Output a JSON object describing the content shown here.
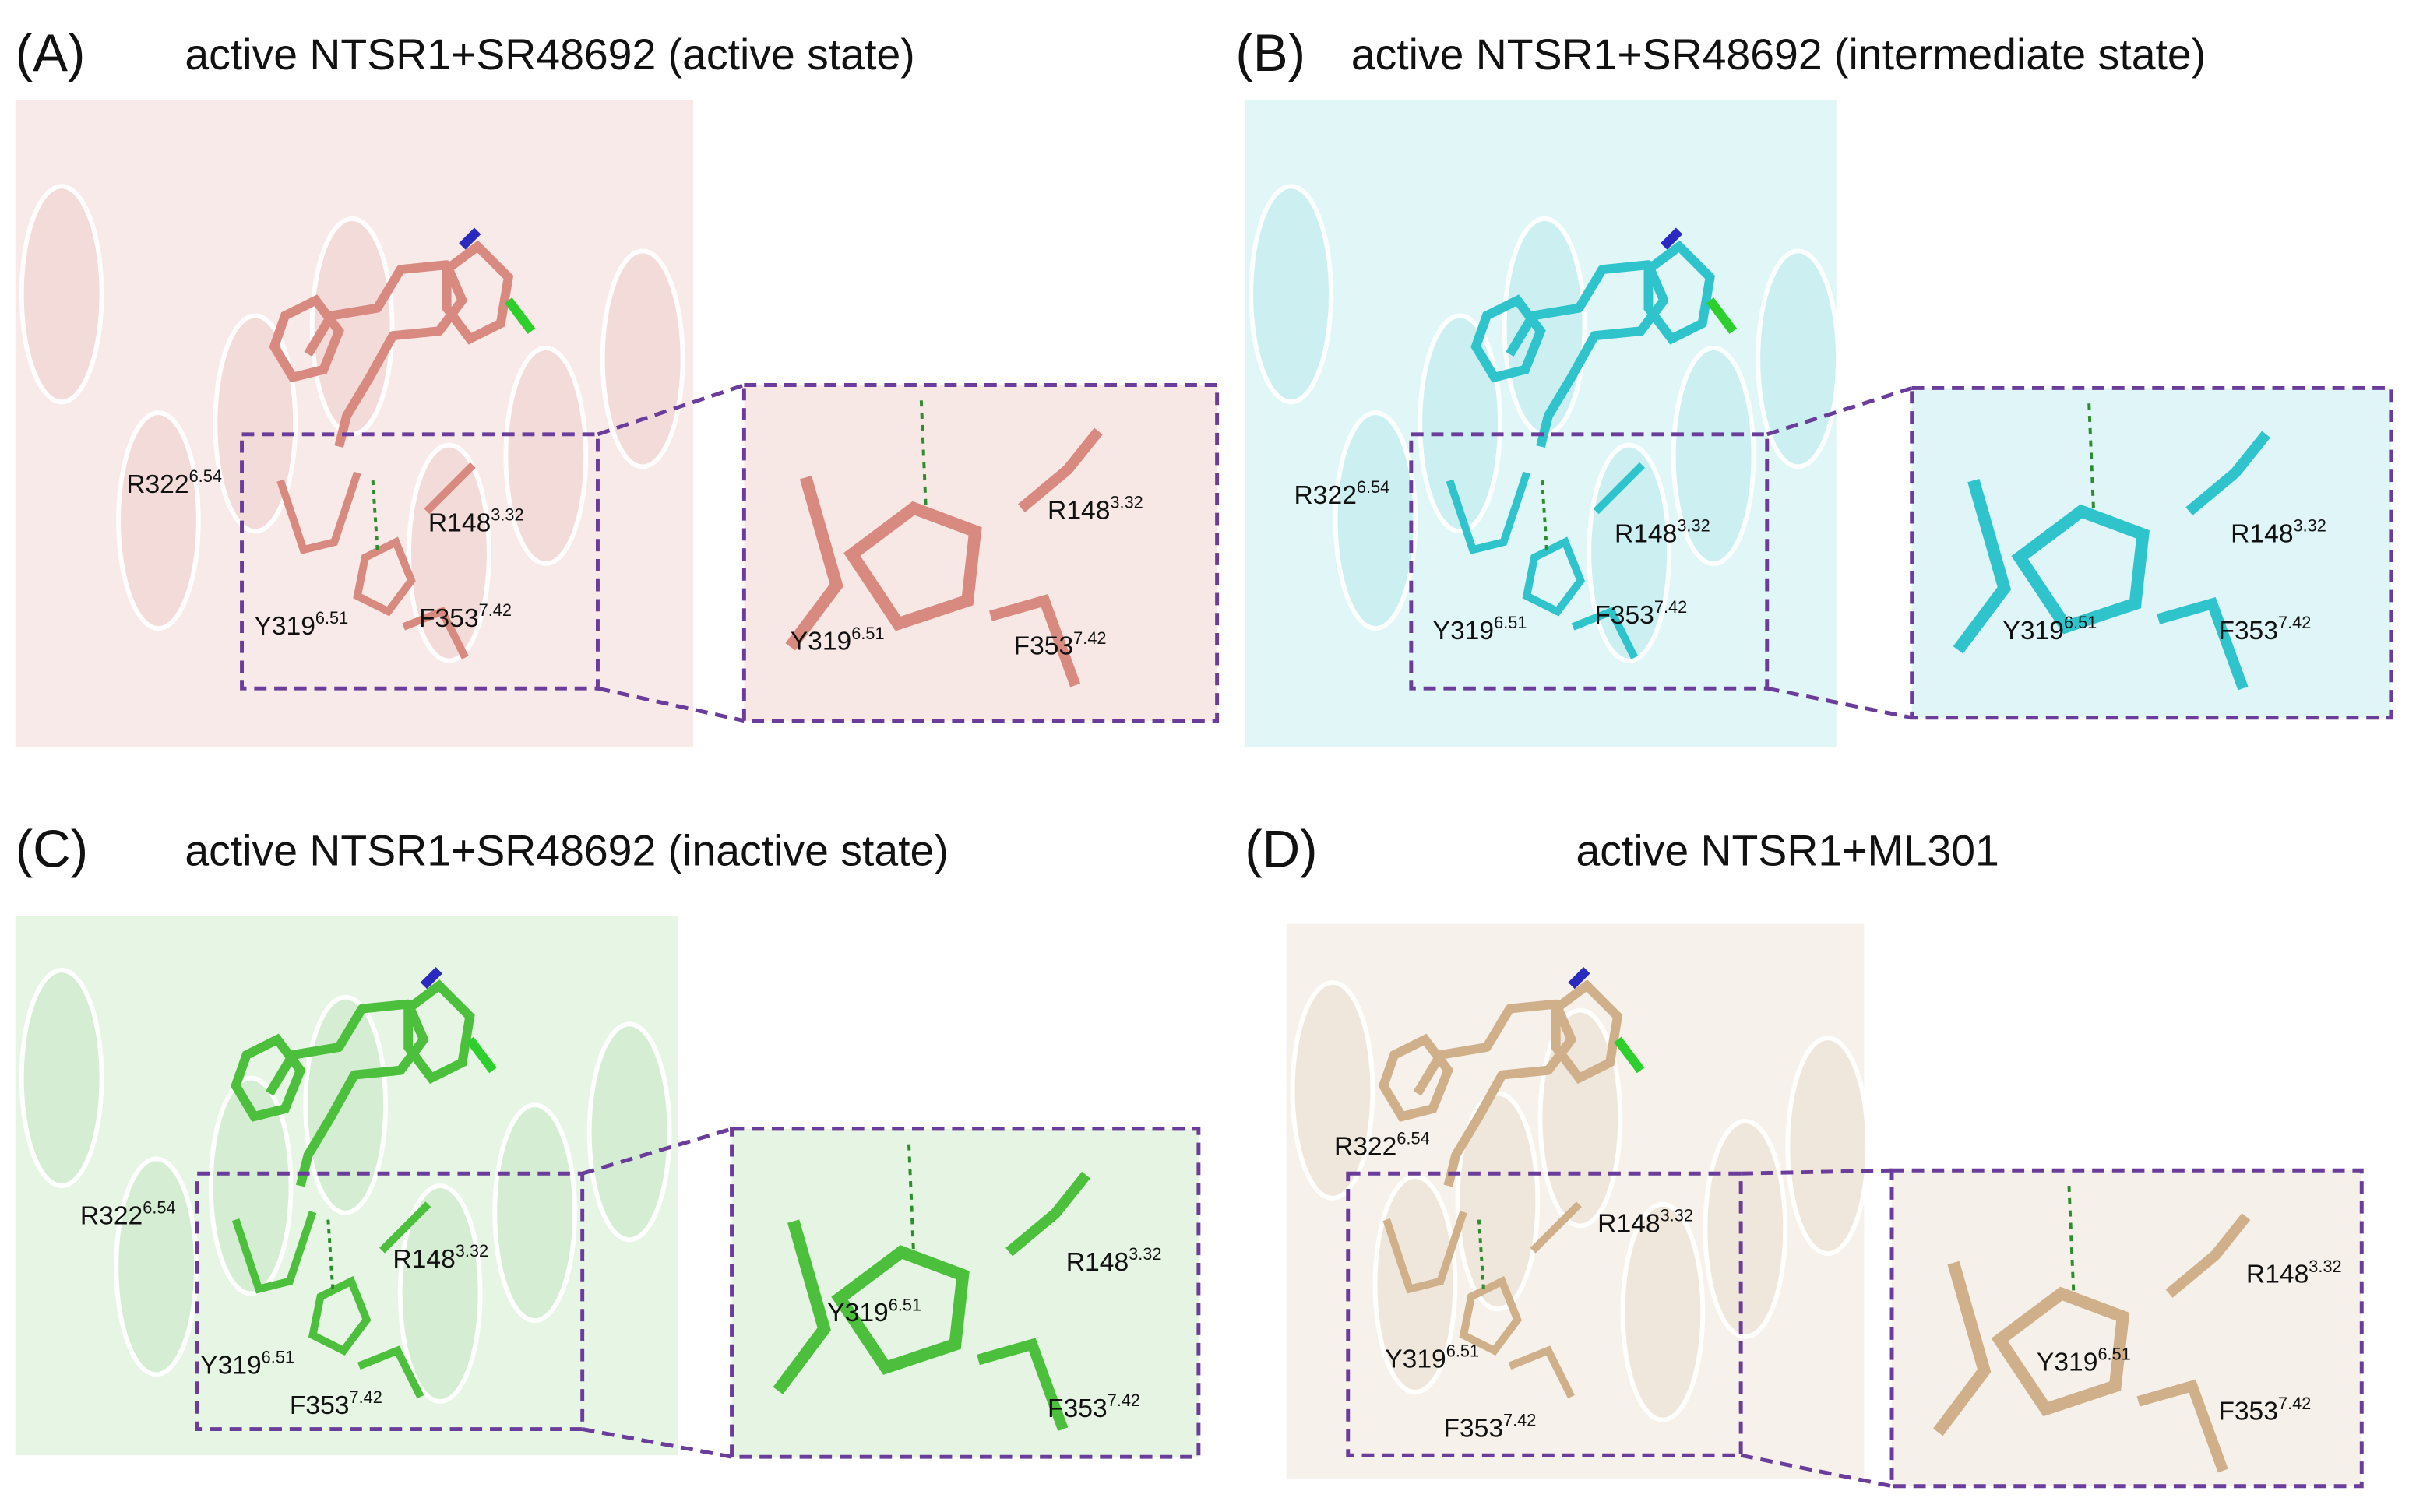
{
  "panels": [
    {
      "letter": "(A)",
      "title": "active NTSR1+SR48692 (active state)",
      "color": "#d98a80",
      "ribbon": "#f1d9d6",
      "residues": {
        "r322": [
          "R322",
          "6.54"
        ],
        "r148": [
          "R148",
          "3.32"
        ],
        "y319": [
          "Y319",
          "6.51"
        ],
        "f353": [
          "F353",
          "7.42"
        ]
      }
    },
    {
      "letter": "(B)",
      "title": "active NTSR1+SR48692 (intermediate state)",
      "color": "#2fc4cc",
      "ribbon": "#c9eef1",
      "residues": {
        "r322": [
          "R322",
          "6.54"
        ],
        "r148": [
          "R148",
          "3.32"
        ],
        "y319": [
          "Y319",
          "6.51"
        ],
        "f353": [
          "F353",
          "7.42"
        ]
      }
    },
    {
      "letter": "(C)",
      "title": "active NTSR1+SR48692 (inactive state)",
      "color": "#4cbf3c",
      "ribbon": "#d3ecd0",
      "residues": {
        "r322": [
          "R322",
          "6.54"
        ],
        "r148": [
          "R148",
          "3.32"
        ],
        "y319": [
          "Y319",
          "6.51"
        ],
        "f353": [
          "F353",
          "7.42"
        ]
      }
    },
    {
      "letter": "(D)",
      "title": "active NTSR1+ML301",
      "color": "#cfb08a",
      "ribbon": "#efe6da",
      "residues": {
        "r322": [
          "R322",
          "6.54"
        ],
        "r148": [
          "R148",
          "3.32"
        ],
        "y319": [
          "Y319",
          "6.51"
        ],
        "f353": [
          "F353",
          "7.42"
        ]
      }
    }
  ],
  "colors": {
    "zoom_box": "#6a3d9a",
    "nitrogen": "#2a2ac0",
    "oxygen": "#e03030",
    "chlorine": "#2ccf2c",
    "hbond": "#2e8b2e"
  }
}
